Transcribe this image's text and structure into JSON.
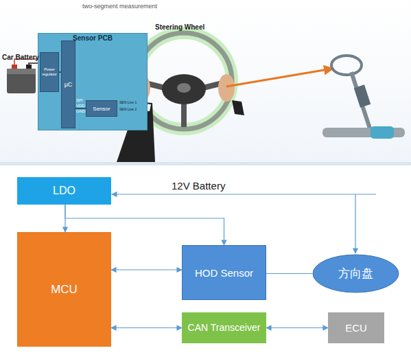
{
  "diagram": {
    "title": "two-segment measurement",
    "nodes": [
      {
        "text": [
          "Sensor PCB"
        ]
      },
      {
        "text": [
          "Power regulator"
        ],
        "in": 0
      },
      {
        "text": [
          "μC"
        ],
        "in": 0
      },
      {
        "text": [
          "Sensor"
        ],
        "in": 0
      },
      {
        "text": [
          "LDO"
        ]
      },
      {
        "text": [
          "MCU"
        ]
      },
      {
        "text": [
          "HOD Sensor"
        ]
      },
      {
        "text": [
          "方向盘"
        ]
      },
      {
        "text": [
          "CAN Transceiver"
        ]
      },
      {
        "text": [
          "ECU"
        ]
      }
    ],
    "edges": [
      {
        "from": 1,
        "to": 2,
        "arrow": "none"
      },
      {
        "from": 2,
        "to": 3,
        "arrow": "none"
      },
      {
        "from": 4,
        "to": 5,
        "arrow": "to"
      },
      {
        "from": 4,
        "to": 6,
        "arrow": "to"
      },
      {
        "from": 5,
        "to": 6,
        "arrow": "both"
      },
      {
        "from": 6,
        "to": 7,
        "arrow": "none"
      },
      {
        "from": 5,
        "to": 8,
        "arrow": "both"
      },
      {
        "from": 8,
        "to": 9,
        "arrow": "both"
      }
    ],
    "labels": [
      "Car Battery",
      "Steering Wheel",
      "SPI",
      "VDD",
      "GND",
      "SEN Line 1",
      "SEN Line 2",
      "12V Battery"
    ]
  }
}
